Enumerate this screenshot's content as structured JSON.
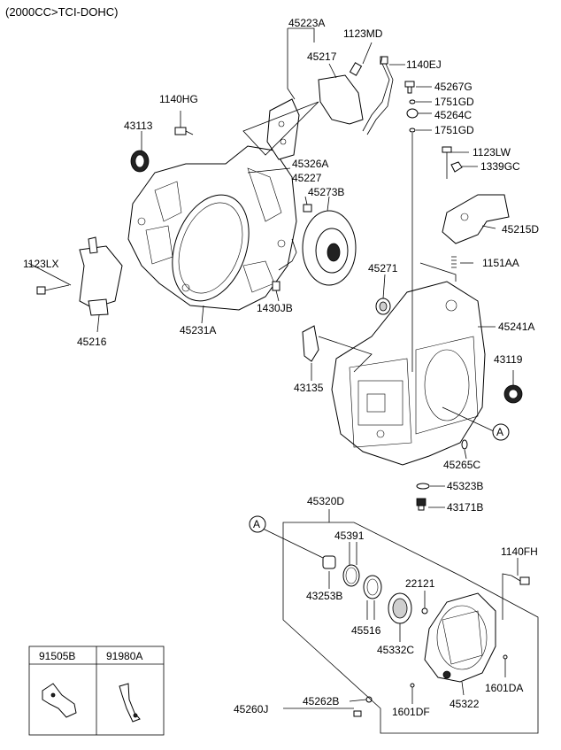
{
  "header": {
    "engine_spec": "(2000CC>TCI-DOHC)"
  },
  "parts": {
    "p45223A": "45223A",
    "p1123MD": "1123MD",
    "p45217": "45217",
    "p1140EJ": "1140EJ",
    "p45267G": "45267G",
    "p1751GD_a": "1751GD",
    "p45264C": "45264C",
    "p1751GD_b": "1751GD",
    "p1140HG": "1140HG",
    "p43113": "43113",
    "p45326A": "45326A",
    "p45227": "45227",
    "p45273B": "45273B",
    "p1123LW": "1123LW",
    "p1339GC": "1339GC",
    "p45215D": "45215D",
    "p1123LX": "1123LX",
    "p1430JB": "1430JB",
    "p45271": "45271",
    "p1151AA": "1151AA",
    "p45216": "45216",
    "p45231A": "45231A",
    "p45241A": "45241A",
    "p43119": "43119",
    "p43135": "43135",
    "p45265C": "45265C",
    "p45323B": "45323B",
    "p43171B": "43171B",
    "p45320D": "45320D",
    "p45391": "45391",
    "p1140FH": "1140FH",
    "p43253B": "43253B",
    "p22121": "22121",
    "p45516": "45516",
    "p45332C": "45332C",
    "p1601DA": "1601DA",
    "p45322": "45322",
    "p45262B": "45262B",
    "p45260J": "45260J",
    "p1601DF": "1601DF"
  },
  "callouts": {
    "ref_a_case": "A",
    "ref_a_kit": "A"
  },
  "legend_table": {
    "col1": "91505B",
    "col2": "91980A"
  }
}
